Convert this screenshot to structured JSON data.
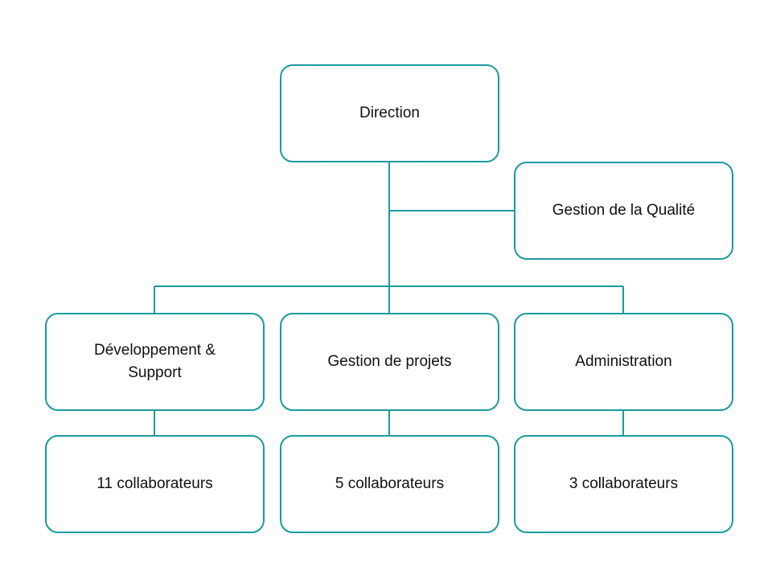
{
  "colors": {
    "border": "#1a9aa0",
    "text": "#111111",
    "background": "#ffffff"
  },
  "org_chart": {
    "root": {
      "label": "Direction"
    },
    "staff": {
      "label": "Gestion de la Qualité"
    },
    "departments": [
      {
        "label": "Développement &\nSupport",
        "headcount": "11 collaborateurs"
      },
      {
        "label": "Gestion de projets",
        "headcount": "5 collaborateurs"
      },
      {
        "label": "Administration",
        "headcount": "3 collaborateurs"
      }
    ]
  }
}
